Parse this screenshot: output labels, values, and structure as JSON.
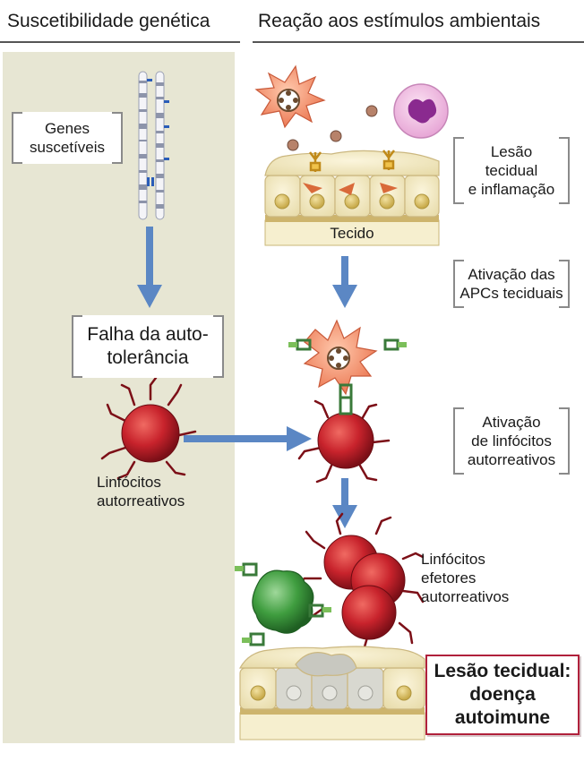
{
  "headers": {
    "left": "Suscetibilidade genética",
    "right": "Reação aos estímulos ambientais"
  },
  "labels": {
    "genes": [
      "Genes",
      "suscetíveis"
    ],
    "falha": [
      "Falha da auto-",
      "tolerância"
    ],
    "linfocitos_auto": [
      "Linfócitos",
      "autorreativos"
    ],
    "lesao_tecidual": [
      "Lesão",
      "tecidual",
      "e inflamação"
    ],
    "tecido": "Tecido",
    "ativacao_apcs": [
      "Ativação das",
      "APCs teciduais"
    ],
    "ativacao_linf": [
      "Ativação",
      "de linfócitos",
      "autorreativos"
    ],
    "efetores": [
      "Linfócitos",
      "efetores",
      "autorreativos"
    ],
    "final": [
      "Lesão tecidual:",
      "doença",
      "autoimune"
    ]
  },
  "colors": {
    "left_panel": "#e7e6d3",
    "arrow": "#5b87c4",
    "lymphocyte": "#c8232c",
    "apc": "#f08a64",
    "effector_green": "#3f9d3f",
    "final_border": "#b0213b"
  }
}
